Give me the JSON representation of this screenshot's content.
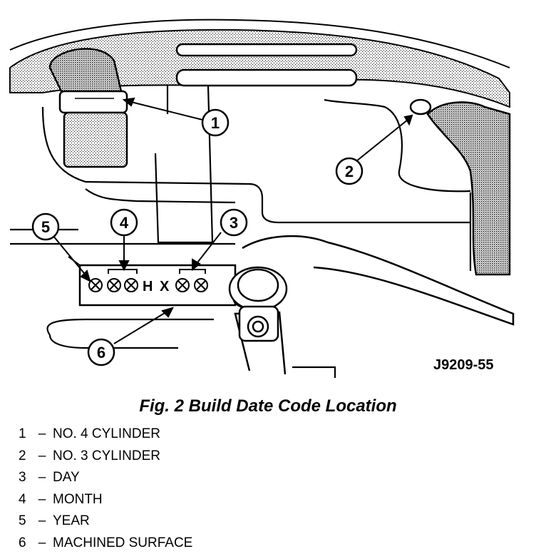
{
  "figure": {
    "id": "J9209-55",
    "caption": "Fig. 2 Build Date Code Location",
    "code_stamp": {
      "letter_h": "H",
      "letter_x": "X"
    },
    "callouts": [
      {
        "num": "1",
        "label": "NO. 4 CYLINDER"
      },
      {
        "num": "2",
        "label": "NO. 3 CYLINDER"
      },
      {
        "num": "3",
        "label": "DAY"
      },
      {
        "num": "4",
        "label": "MONTH"
      },
      {
        "num": "5",
        "label": "YEAR"
      },
      {
        "num": "6",
        "label": "MACHINED SURFACE"
      }
    ],
    "dash": "–"
  }
}
